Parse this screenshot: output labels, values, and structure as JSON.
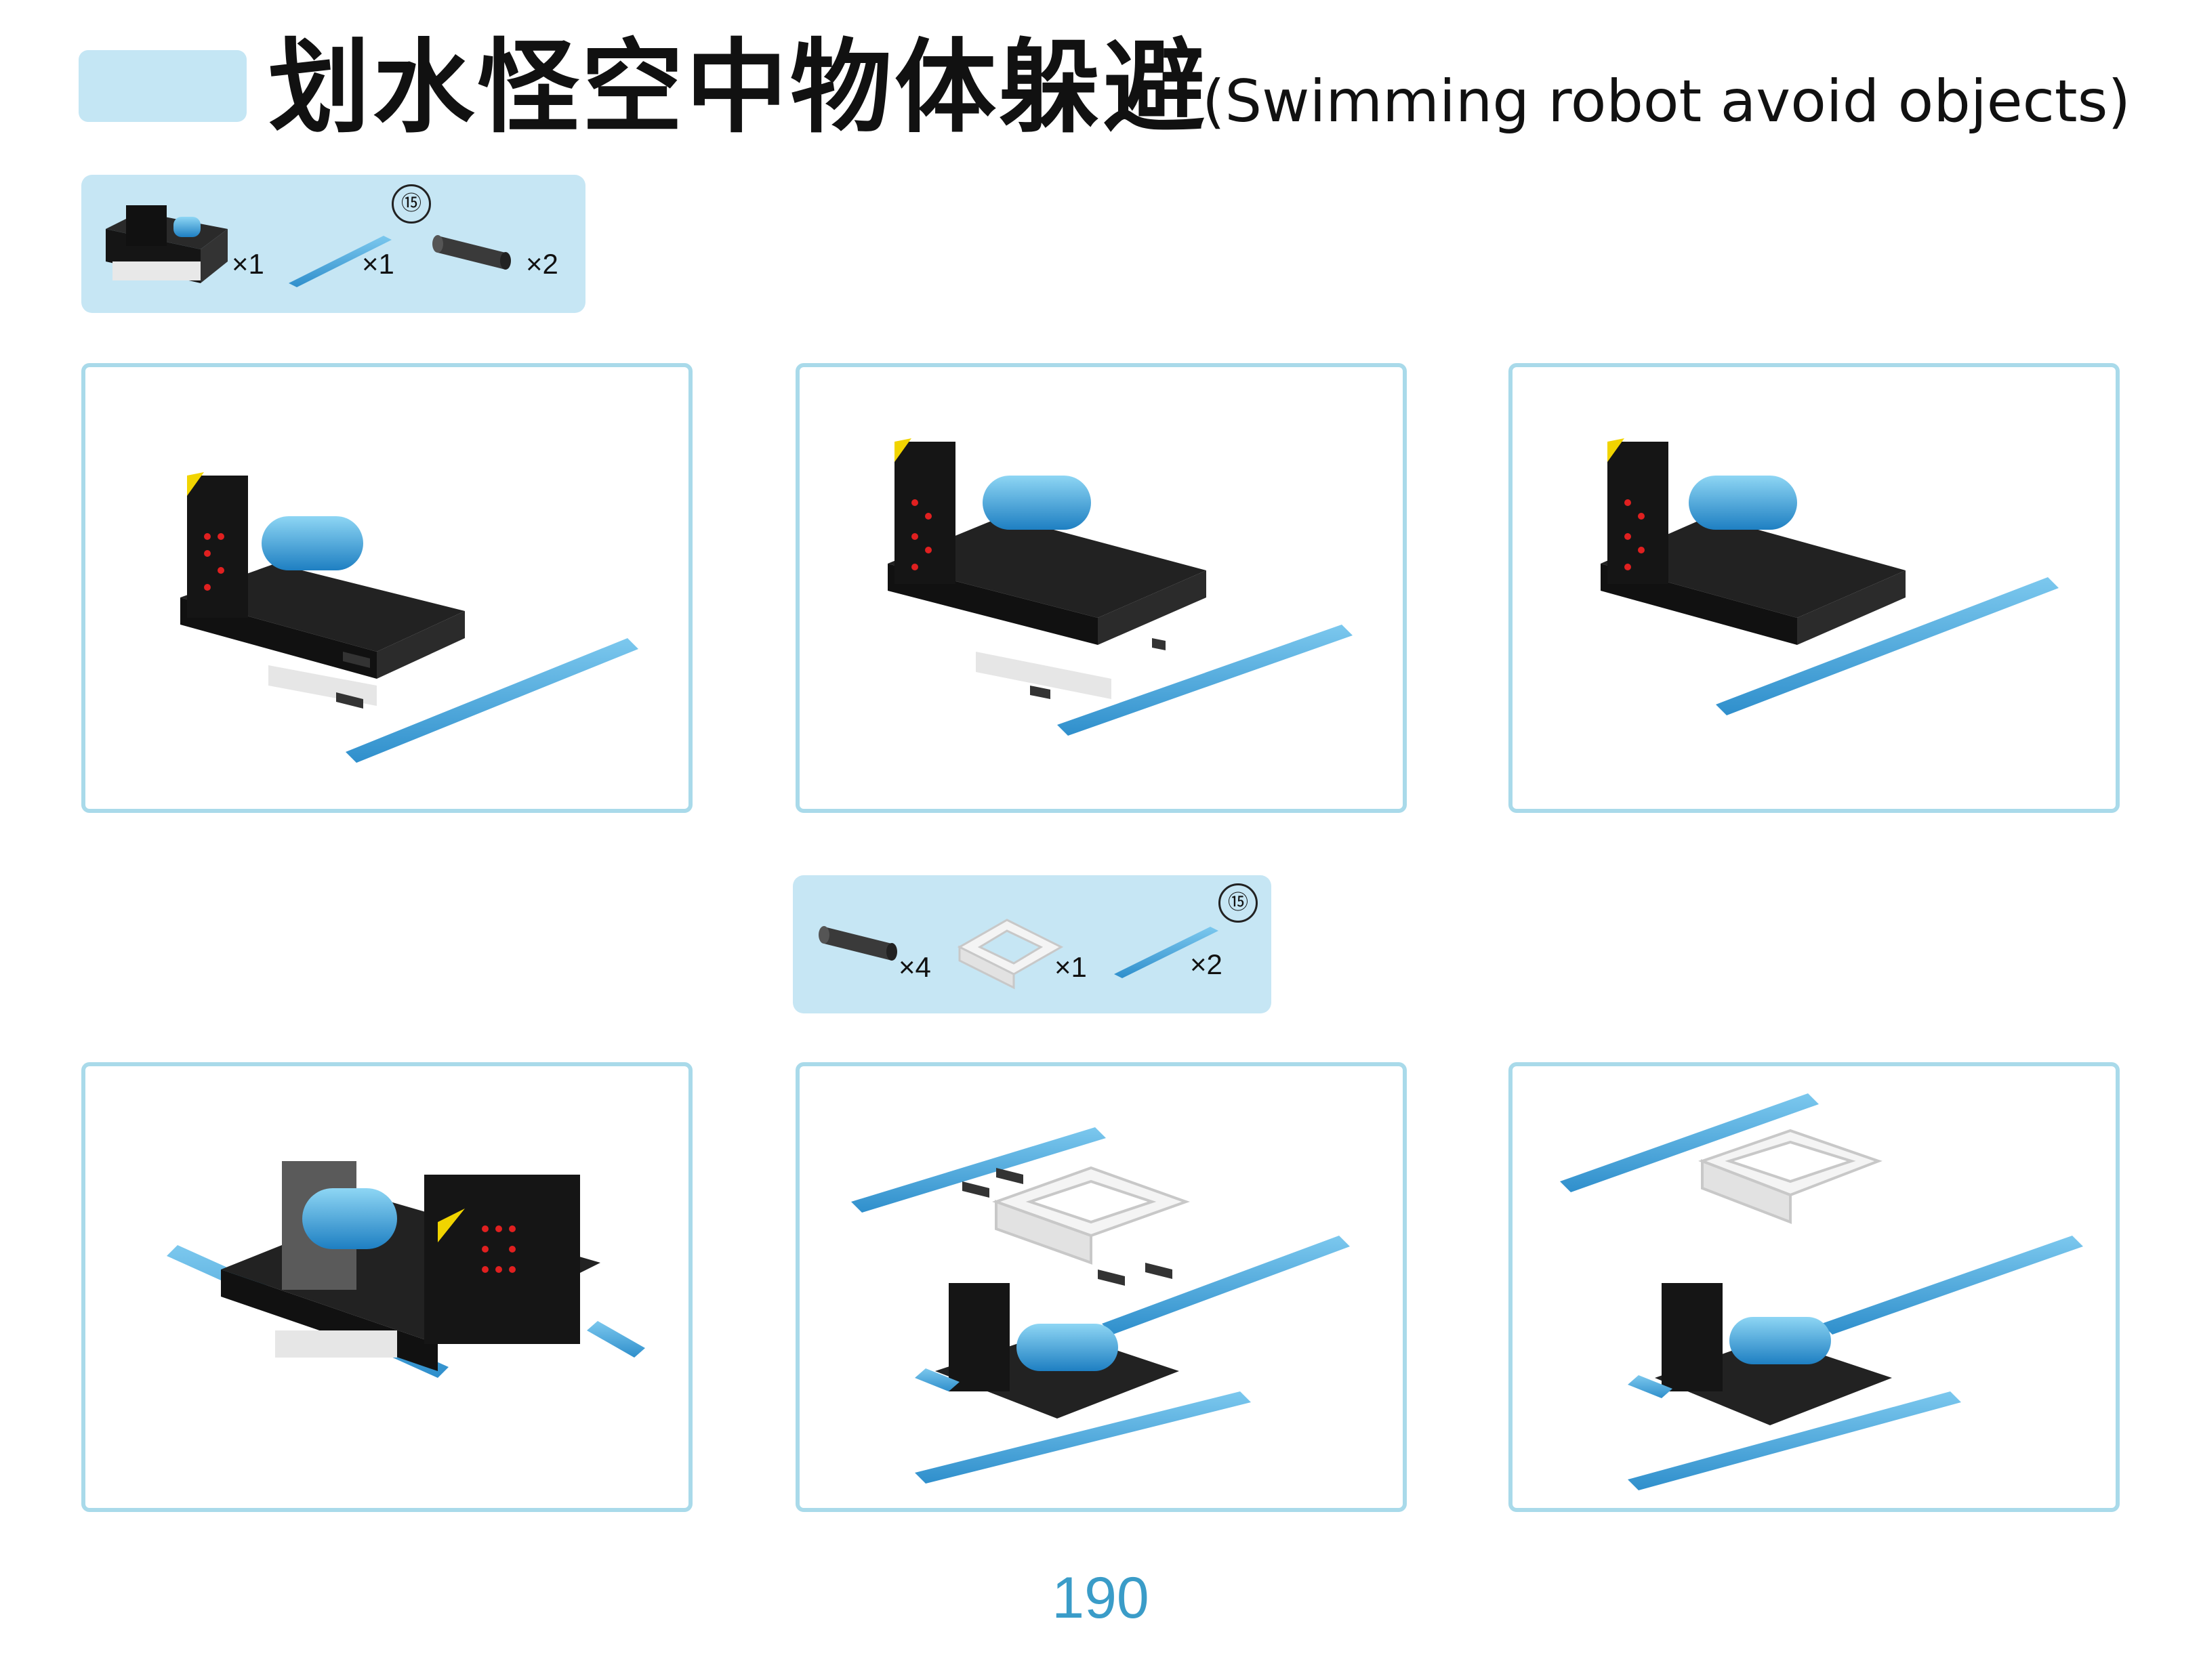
{
  "header": {
    "title_cn": "划水怪空中物体躲避",
    "title_en": "(Swimming robot avoid objects)"
  },
  "parts_list_1": {
    "items": [
      {
        "icon": "controller-board-icon",
        "qty": "×1"
      },
      {
        "icon": "beam-15-icon",
        "qty": "×1",
        "beam_size": "⑮"
      },
      {
        "icon": "pin-connector-icon",
        "qty": "×2"
      }
    ]
  },
  "parts_list_2": {
    "items": [
      {
        "icon": "pin-connector-icon",
        "qty": "×4"
      },
      {
        "icon": "frame-icon",
        "qty": "×1"
      },
      {
        "icon": "beam-15-icon",
        "qty": "×2",
        "beam_size": "⑮"
      }
    ]
  },
  "steps": [
    {
      "id": "step-1"
    },
    {
      "id": "step-2"
    },
    {
      "id": "step-3"
    },
    {
      "id": "step-4"
    },
    {
      "id": "step-5"
    },
    {
      "id": "step-6"
    }
  ],
  "colors": {
    "accent": "#c4e6f4",
    "panel_border": "#a9daea",
    "beam": "#4aa8dc",
    "page_number": "#3a9cc8"
  },
  "footer": {
    "page_number": "190"
  }
}
